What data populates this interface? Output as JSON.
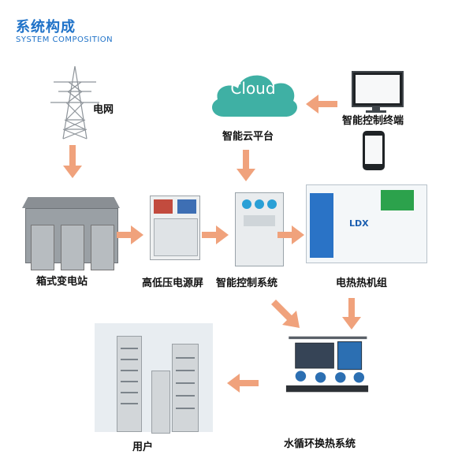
{
  "header": {
    "title_cn": "系统构成",
    "title_en": "SYSTEM COMPOSITION"
  },
  "nodes": {
    "grid": "电网",
    "cloud_label": "智能云平台",
    "cloud_text": "Cloud",
    "terminal": "智能控制终端",
    "substation": "箱式变电站",
    "hv_lv": "高低压电源屏",
    "control_system": "智能控制系统",
    "heating_unit": "电热热机组",
    "water_system": "水循环换热系统",
    "user": "用户"
  },
  "colors": {
    "accent": "#1f72c8",
    "arrow": "#f0a27c",
    "cloud": "#3fb0a4"
  }
}
